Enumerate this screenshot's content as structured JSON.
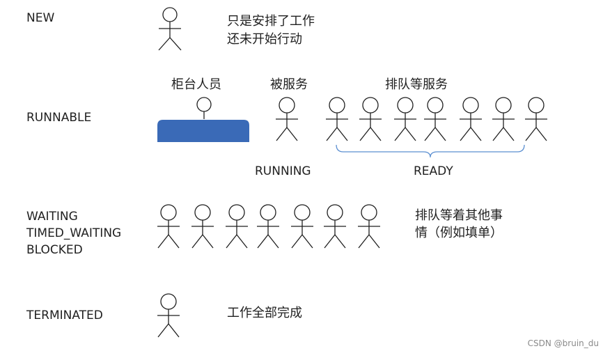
{
  "states": {
    "new": "NEW",
    "runnable": "RUNNABLE",
    "waiting": "WAITING",
    "timed_waiting": "TIMED_WAITING",
    "blocked": "BLOCKED",
    "terminated": "TERMINATED"
  },
  "notes": {
    "new_line1": "只是安排了工作",
    "new_line2": "还未开始行动",
    "waiting_line1": "排队等着其他事",
    "waiting_line2": "情（例如填单）",
    "terminated": "工作全部完成"
  },
  "runnable": {
    "counter_label": "柜台人员",
    "served_label": "被服务",
    "queue_label": "排队等服务",
    "running_label": "RUNNING",
    "ready_label": "READY"
  },
  "colors": {
    "counter": "#3a6ab7",
    "bracket": "#5b8fd1",
    "figure": "#1f1f1f"
  },
  "watermark": "CSDN @bruin_du"
}
